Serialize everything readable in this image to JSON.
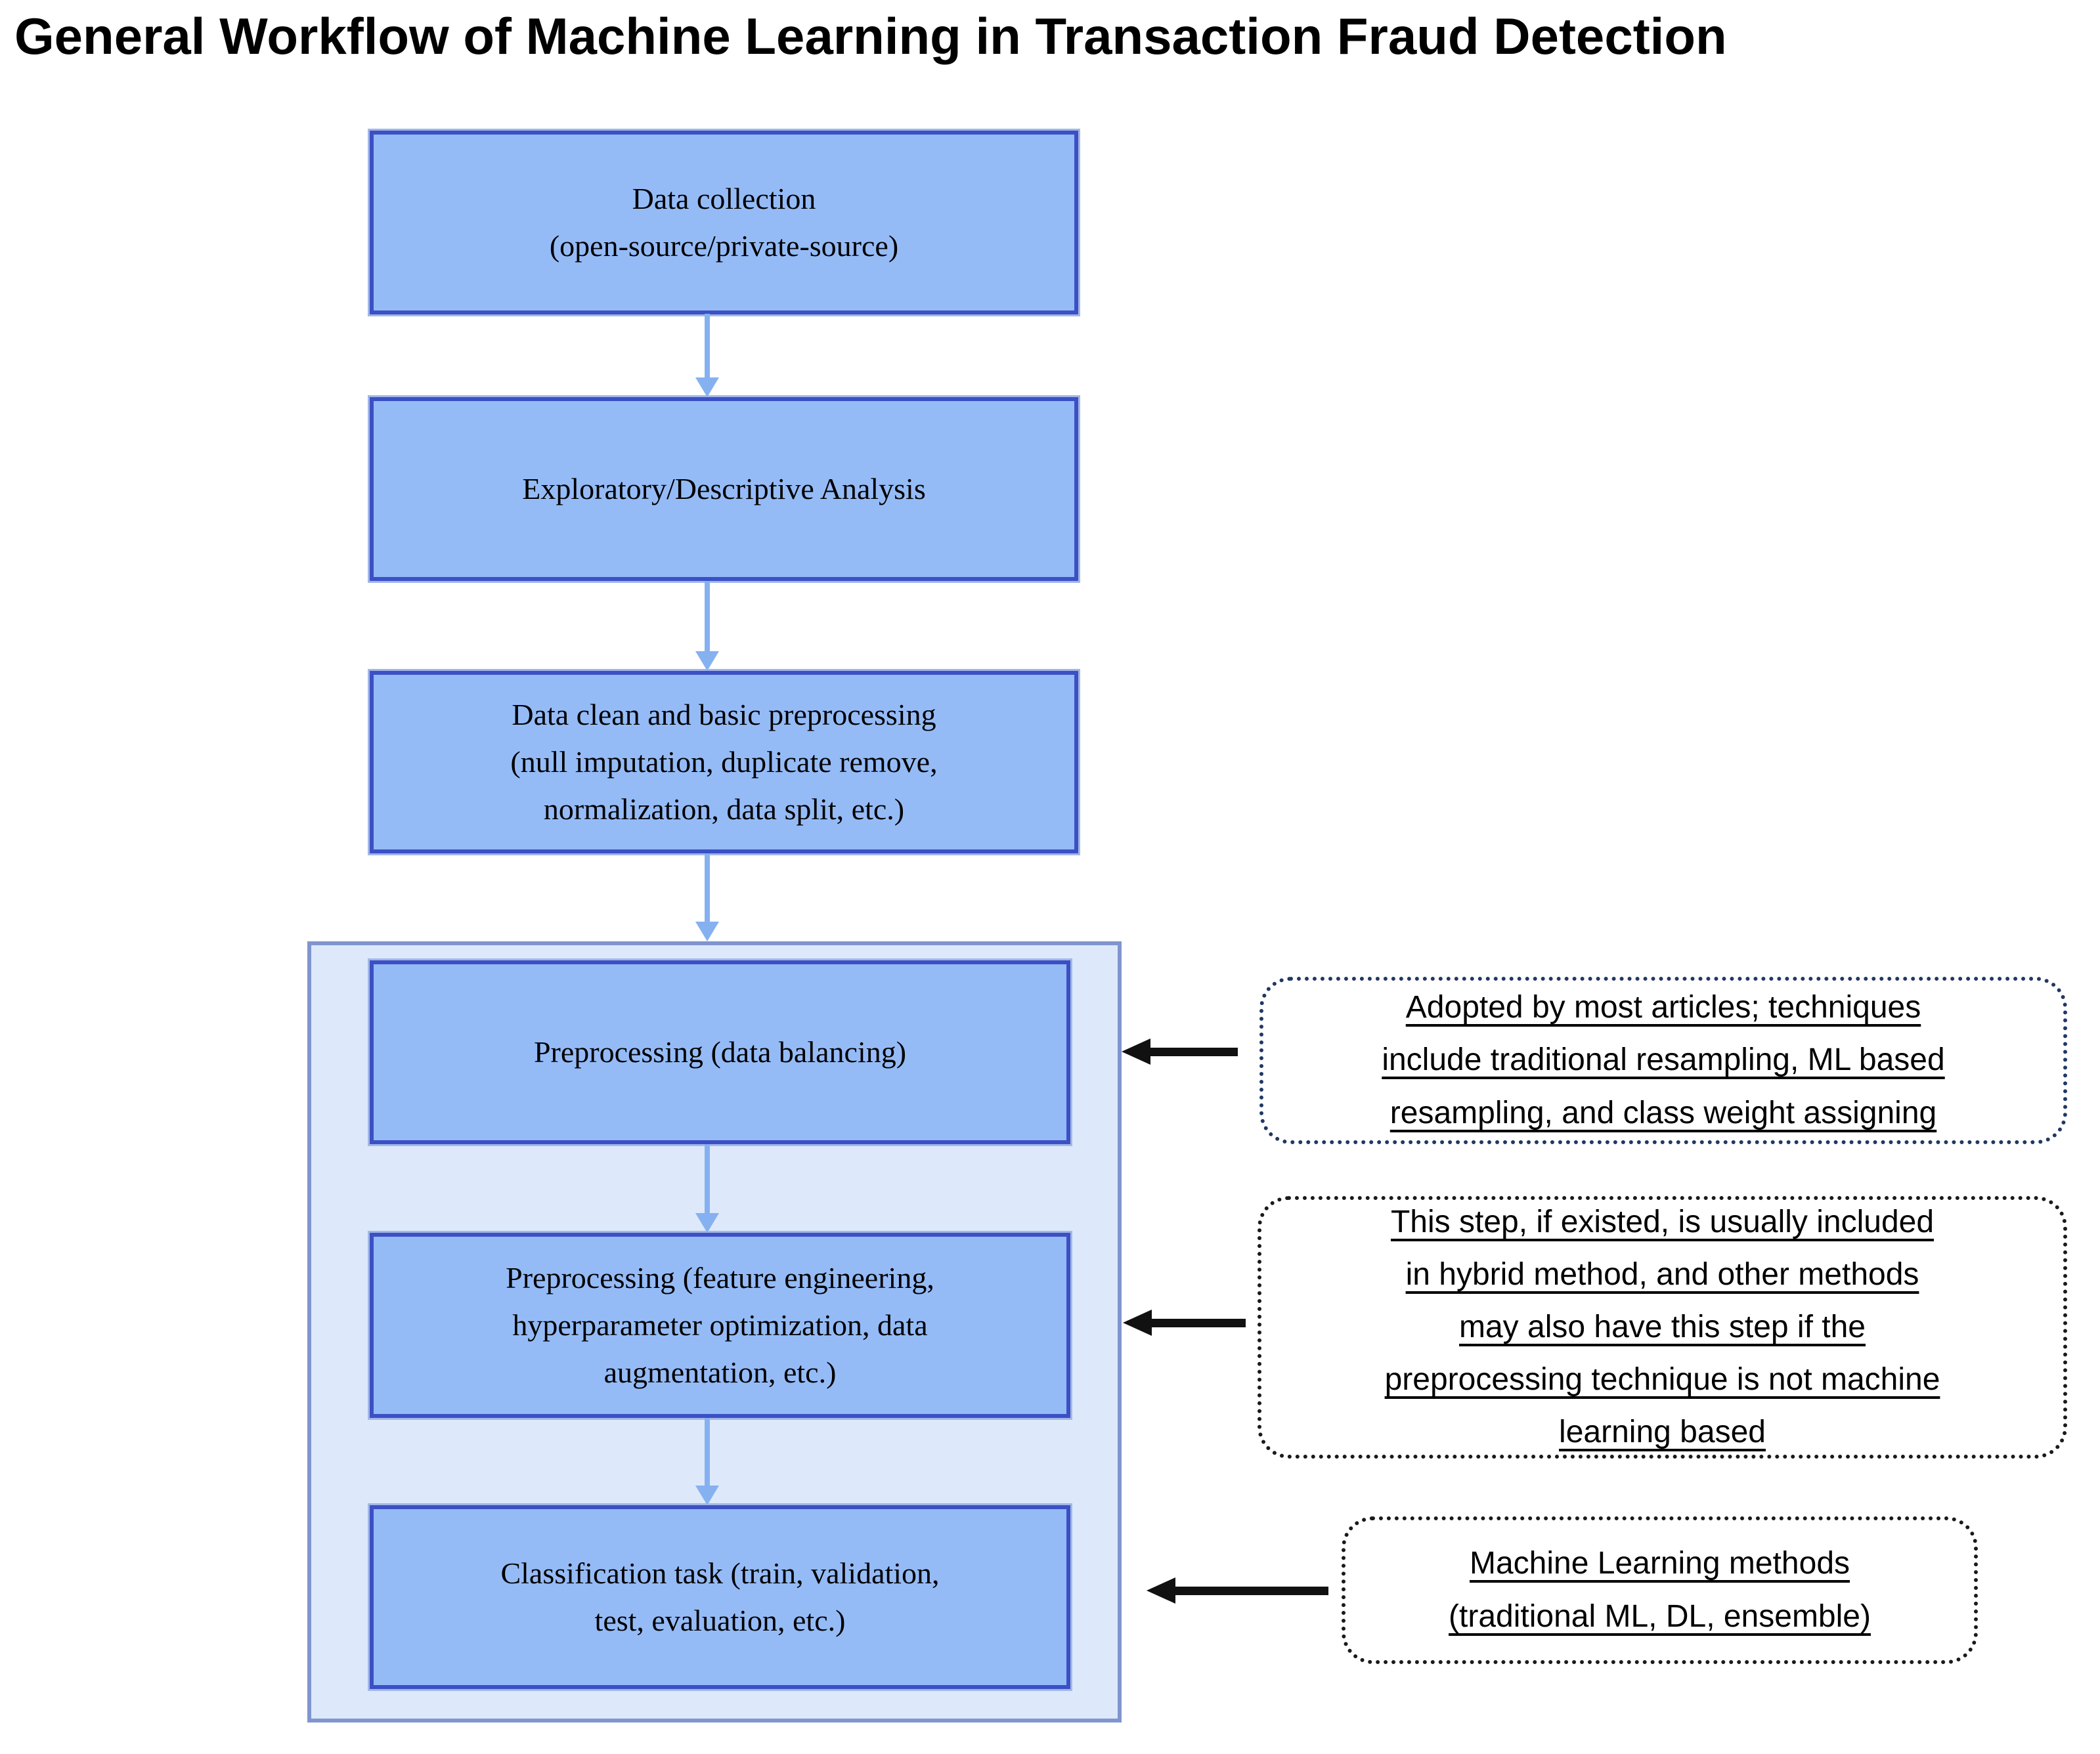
{
  "title": "General Workflow of Machine Learning in Transaction Fraud Detection",
  "flow": {
    "boxes": [
      {
        "id": "data-collection",
        "text": "Data collection\n(open-source/private-source)"
      },
      {
        "id": "exploratory-analysis",
        "text": "Exploratory/Descriptive Analysis"
      },
      {
        "id": "data-clean",
        "text": "Data clean and basic preprocessing\n(null imputation, duplicate remove,\nnormalization, data split, etc.)"
      },
      {
        "id": "preprocessing-balancing",
        "text": "Preprocessing (data balancing)"
      },
      {
        "id": "preprocessing-feature",
        "text": "Preprocessing (feature engineering,\nhyperparameter optimization, data\naugmentation, etc.)"
      },
      {
        "id": "classification-task",
        "text": "Classification task (train, validation,\ntest, evaluation, etc.)"
      }
    ]
  },
  "annotations": [
    {
      "id": "note-data-balancing",
      "text": "Adopted by most articles; techniques\ninclude traditional resampling, ML based\nresampling, and class weight assigning"
    },
    {
      "id": "note-feature-engineering",
      "text": "This step, if existed, is usually included\nin hybrid method, and other methods\nmay also have this step if the\npreprocessing technique is not machine\nlearning based"
    },
    {
      "id": "note-ml-methods",
      "text": "Machine Learning methods\n(traditional ML, DL, ensemble)"
    }
  ],
  "colors": {
    "box_fill": "#95bbf7",
    "box_border": "#3b50c5",
    "container_fill": "#dde9fa",
    "container_border": "#8095cf",
    "flow_arrow": "#86b1f1",
    "connector_arrow": "#111111",
    "note1_border": "#203864",
    "note_border": "#1a1a1a",
    "text": "#000000"
  }
}
